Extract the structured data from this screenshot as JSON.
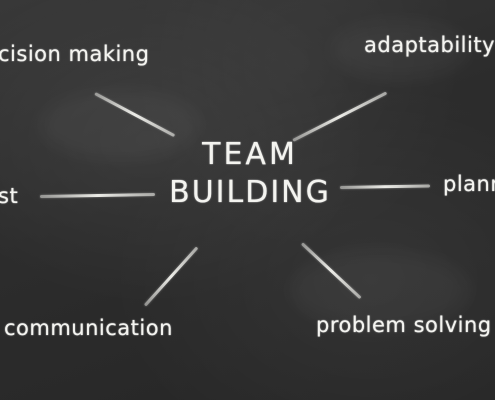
{
  "center": {
    "line1": "TEAM",
    "line2": "BUILDING"
  },
  "branches": {
    "top_left": "cision making",
    "top_right": "adaptability",
    "left": "st",
    "right": "plann",
    "bottom_left": "communication",
    "bottom_right": "problem solving"
  },
  "colors": {
    "chalkboard": "#2f2f2f",
    "chalk": "#f4f4f0"
  }
}
